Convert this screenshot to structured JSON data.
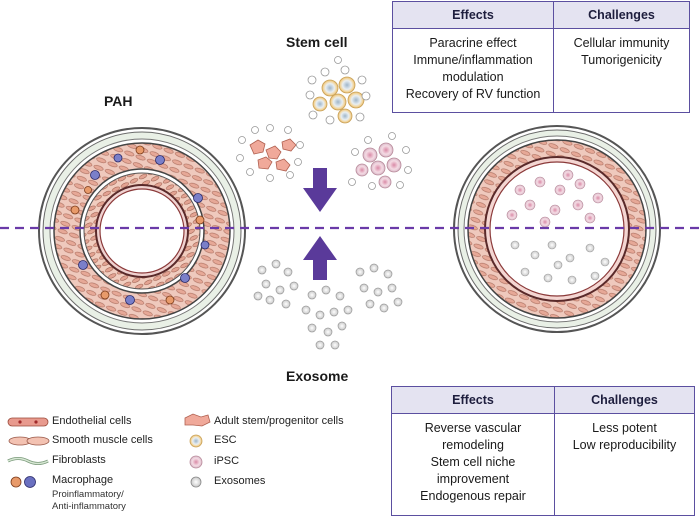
{
  "labels": {
    "pah": "PAH",
    "stem_cell": "Stem cell",
    "exosome": "Exosome"
  },
  "stem_cell_table": {
    "headers": [
      "Effects",
      "Challenges"
    ],
    "effects": [
      "Paracrine effect",
      "Immune/inflammation",
      "modulation",
      "Recovery of RV function"
    ],
    "challenges": [
      "Cellular immunity",
      "Tumorigenicity"
    ]
  },
  "exosome_table": {
    "headers": [
      "Effects",
      "Challenges"
    ],
    "effects": [
      "Reverse vascular",
      "remodeling",
      "Stem cell niche",
      "improvement",
      "Endogenous repair"
    ],
    "challenges": [
      "Less potent",
      "Low reproducibility"
    ]
  },
  "legend": {
    "left": [
      "Endothelial cells",
      "Smooth muscle cells",
      "Fibroblasts",
      "Macrophage"
    ],
    "macrophage_sub": [
      "Proinflammatory/",
      "Anti-inflammatory"
    ],
    "right": [
      "Adult stem/progenitor cells",
      "ESC",
      "iPSC",
      "Exosomes"
    ]
  },
  "colors": {
    "arrow": "#5a3a9a",
    "dashed_line": "#6a3aa8",
    "table_border": "#5b4fa0",
    "table_header": "#e4e3f1"
  }
}
